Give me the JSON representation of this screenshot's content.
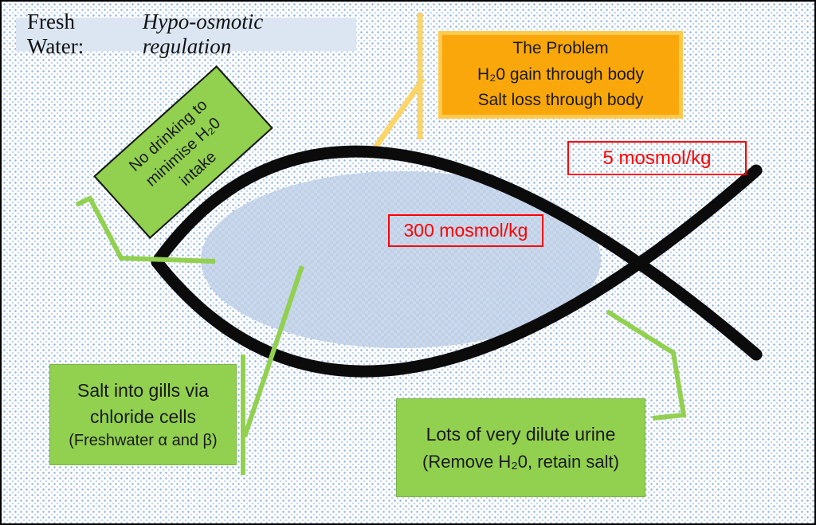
{
  "title": {
    "plain": "Fresh Water:",
    "italic": "Hypo-osmotic regulation"
  },
  "problem": {
    "line1": "The Problem",
    "line2": "H₂0 gain through body",
    "line3": "Salt loss through body"
  },
  "osmolarity": {
    "water": "5 mosmol/kg",
    "body": "300 mosmol/kg"
  },
  "notes": {
    "drinking": {
      "line1": "No drinking to",
      "line2": "minimise H₂0",
      "line3": "intake"
    },
    "gills": {
      "line1": "Salt into gills via",
      "line2": "chloride cells",
      "line3": "(Freshwater α and β)"
    },
    "urine": {
      "line1": "Lots of very dilute urine",
      "line2": "(Remove H₂0, retain salt)"
    }
  },
  "icons": {
    "fish": "fish-outline-symbol",
    "connectors": [
      "yellow-water-pointer",
      "green-mouth-pointer",
      "green-gills-pointer",
      "green-urine-pointer"
    ]
  },
  "colors": {
    "box_green": "#92D050",
    "orange_fill": "#F9A70B",
    "orange_border": "#FFC94E",
    "connector_yellow": "#FBD56A",
    "label_red": "#FF0000",
    "title_bg": "#DCE6F3",
    "fish_outline": "#000000",
    "fish_body_blue": "#CBD9EC",
    "dot_grid_blue": "#8FB4DF"
  }
}
